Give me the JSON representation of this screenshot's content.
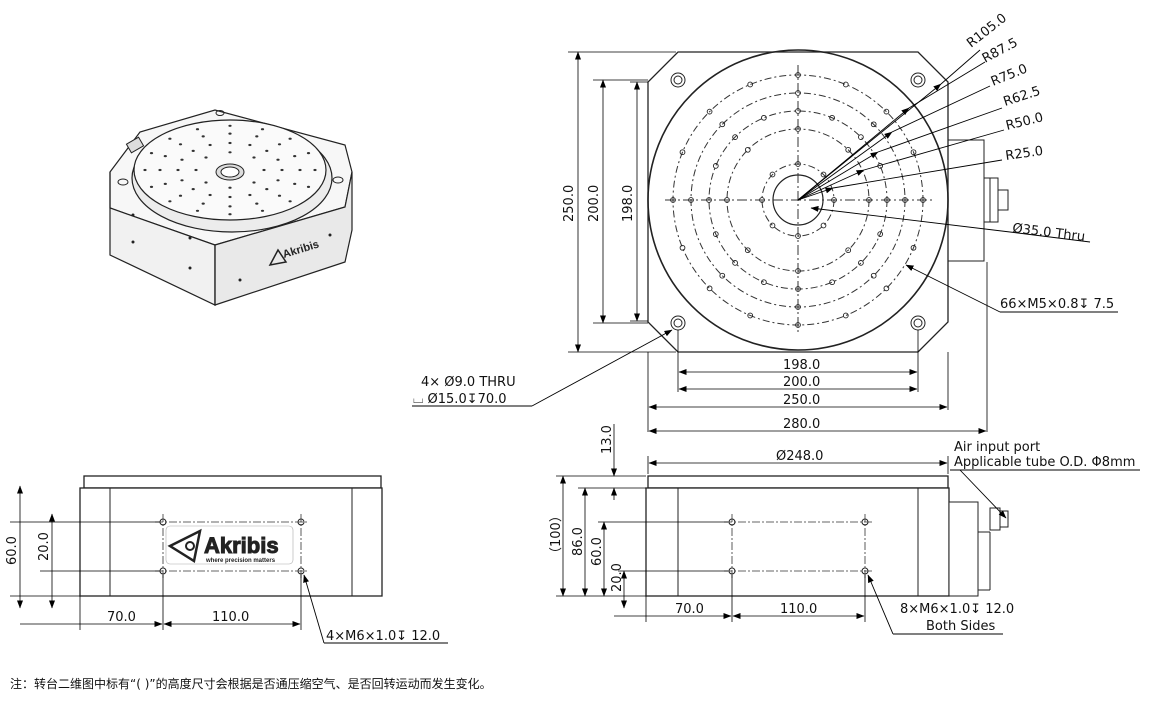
{
  "radius_labels": [
    "R105.0",
    "R87.5",
    "R75.0",
    "R62.5",
    "R50.0",
    "R25.0"
  ],
  "top_view": {
    "center_hole": "Ø35.0 Thru",
    "tapped_holes": "66×M5×0.8↧ 7.5",
    "corner_holes_line1": "4× Ø9.0 THRU",
    "corner_holes_line2": "⌴ Ø15.0↧70.0",
    "dims_vertical": [
      "250.0",
      "200.0",
      "198.0"
    ],
    "dims_horizontal": [
      "198.0",
      "200.0",
      "250.0",
      "280.0"
    ]
  },
  "front_view": {
    "dims_vertical": [
      "60.0",
      "20.0"
    ],
    "dims_horizontal": [
      "70.0",
      "110.0"
    ],
    "callout": "4×M6×1.0↧ 12.0",
    "logo_brand": "Akribis",
    "logo_tagline": "where precision matters"
  },
  "side_view": {
    "dims_vertical": [
      "13.0",
      "（100）",
      "86.0",
      "60.0",
      "20.0"
    ],
    "dia_label": "Ø248.0",
    "dims_horizontal": [
      "70.0",
      "110.0"
    ],
    "callout_line1": "8×M6×1.0↧ 12.0",
    "callout_line2": "Both Sides",
    "air_port_line1": "Air input port",
    "air_port_line2": "Applicable tube O.D. Φ8mm"
  },
  "iso_logo": "Akribis",
  "footer_note": "注：转台二维图中标有“( )”的高度尺寸会根据是否通压缩空气、是否回转运动而发生变化。"
}
